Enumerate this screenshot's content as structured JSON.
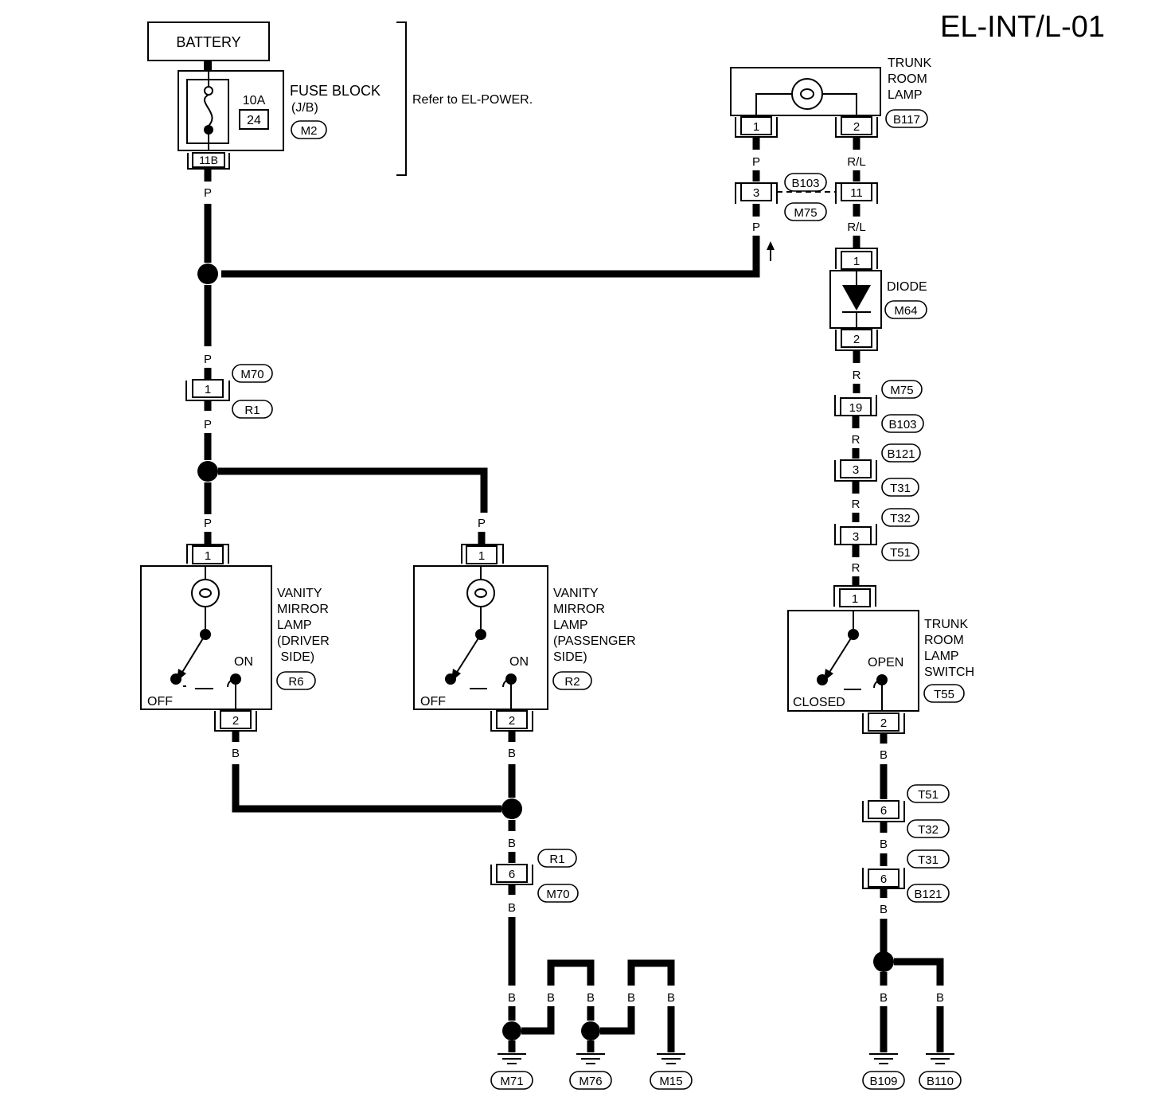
{
  "diagram_code": "EL-INT/L-01",
  "battery": {
    "label": "BATTERY"
  },
  "fuse_block": {
    "name_line1": "FUSE BLOCK",
    "name_line2": "(J/B)",
    "rating": "10A",
    "fuse_no": "24",
    "connector": "M2",
    "terminal": "11B",
    "refer_note": "Refer to EL-POWER."
  },
  "trunk_room_lamp": {
    "name_lines": [
      "TRUNK",
      "ROOM",
      "LAMP"
    ],
    "connector": "B117",
    "pin_left": "1",
    "pin_right": "2"
  },
  "joint_connector_top": {
    "connector_a": "B103",
    "connector_b": "M75",
    "pin_left": "3",
    "pin_right": "11"
  },
  "diode": {
    "name": "DIODE",
    "connector": "M64",
    "pin_top": "1",
    "pin_bottom": "2"
  },
  "connector_m70_r1_upper": {
    "pin": "1",
    "connector_a": "M70",
    "connector_b": "R1"
  },
  "vanity_driver": {
    "name_lines": [
      "VANITY",
      "MIRROR",
      "LAMP",
      "(DRIVER",
      " SIDE)"
    ],
    "connector": "R6",
    "pin_top": "1",
    "pin_bottom": "2",
    "off_label": "OFF",
    "on_label": "ON"
  },
  "vanity_passenger": {
    "name_lines": [
      "VANITY",
      "MIRROR",
      "LAMP",
      "(PASSENGER",
      " SIDE)"
    ],
    "connector": "R2",
    "pin_top": "1",
    "pin_bottom": "2",
    "off_label": "OFF",
    "on_label": "ON"
  },
  "right_chain": [
    {
      "pin": "19",
      "connector_a": "M75",
      "connector_b": "B103"
    },
    {
      "pin": "3",
      "connector_a": "B121",
      "connector_b": "T31"
    },
    {
      "pin": "3",
      "connector_a": "T32",
      "connector_b": "T51"
    }
  ],
  "trunk_lamp_switch": {
    "name_lines": [
      "TRUNK",
      "ROOM",
      "LAMP",
      "SWITCH"
    ],
    "connector": "T55",
    "pin_top": "1",
    "pin_bottom": "2",
    "closed_label": "CLOSED",
    "open_label": "OPEN"
  },
  "right_ground_chain": [
    {
      "pin": "6",
      "connector_a": "T51",
      "connector_b": "T32"
    },
    {
      "pin": "6",
      "connector_a": "T31",
      "connector_b": "B121"
    }
  ],
  "connector_r1_m70_lower": {
    "pin": "6",
    "connector_a": "R1",
    "connector_b": "M70"
  },
  "grounds": [
    "M71",
    "M76",
    "M15",
    "B109",
    "B110"
  ],
  "wire_colors": {
    "pink": "P",
    "red_blue": "R/L",
    "red": "R",
    "black": "B"
  }
}
